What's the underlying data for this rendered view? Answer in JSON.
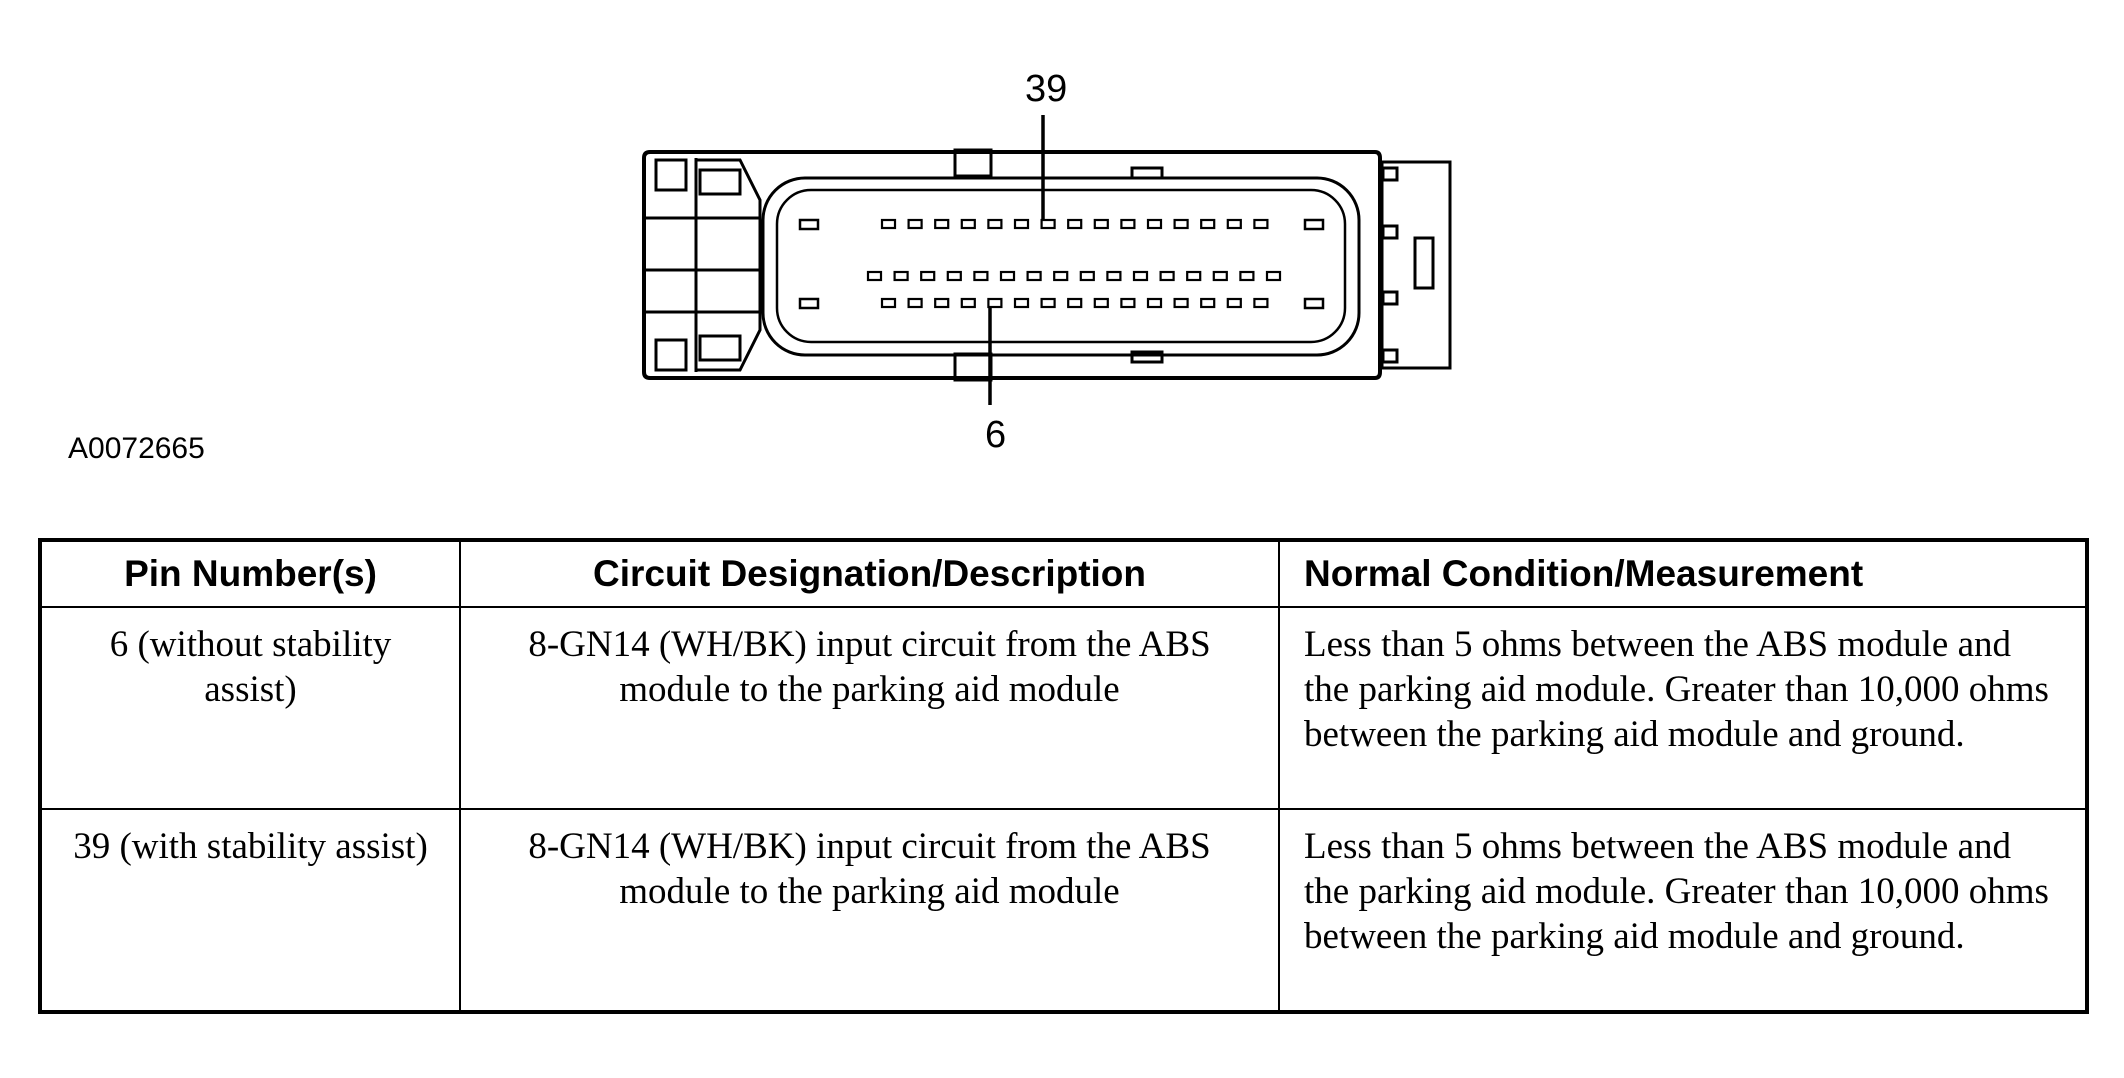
{
  "figure": {
    "callout_top": "39",
    "callout_bottom": "6",
    "figure_id": "A0072665"
  },
  "table": {
    "headers": [
      "Pin Number(s)",
      "Circuit Designation/Description",
      "Normal Condition/Measurement"
    ],
    "rows": [
      {
        "pin": "6 (without stability assist)",
        "circuit": "8-GN14 (WH/BK) input circuit from the ABS module to the parking aid module",
        "condition": "Less than 5 ohms between the ABS module and the parking aid module. Greater than 10,000 ohms between the parking aid module and ground."
      },
      {
        "pin": "39 (with stability assist)",
        "circuit": "8-GN14 (WH/BK) input circuit from the ABS module to the parking aid module",
        "condition": "Less than 5 ohms between the ABS module and the parking aid module. Greater than 10,000 ohms between the parking aid module and ground."
      }
    ]
  }
}
